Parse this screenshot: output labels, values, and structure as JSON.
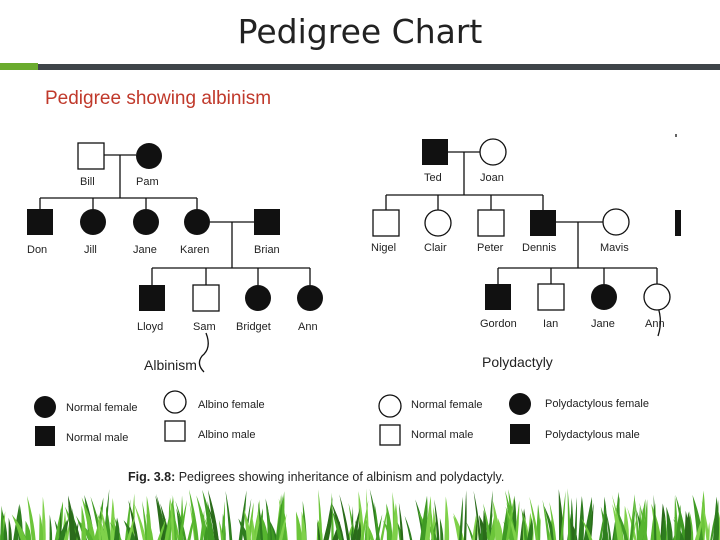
{
  "slide_title": "Pedigree Chart",
  "subtitle": "Pedigree showing albinism",
  "albinism": {
    "caption": "Albinism",
    "names": {
      "bill": "Bill",
      "pam": "Pam",
      "don": "Don",
      "jill": "Jill",
      "jane": "Jane",
      "karen": "Karen",
      "brian": "Brian",
      "lloyd": "Lloyd",
      "sam": "Sam",
      "bridget": "Bridget",
      "ann": "Ann"
    },
    "legend": {
      "normal_female": "Normal female",
      "albino_female": "Albino female",
      "normal_male": "Normal male",
      "albino_male": "Albino male"
    }
  },
  "polydactyly": {
    "caption": "Polydactyly",
    "names": {
      "ted": "Ted",
      "joan": "Joan",
      "nigel": "Nigel",
      "clair": "Clair",
      "peter": "Peter",
      "dennis": "Dennis",
      "mavis": "Mavis",
      "gordon": "Gordon",
      "ian": "Ian",
      "jane": "Jane",
      "ann": "Ann"
    },
    "legend": {
      "normal_female": "Normal female",
      "polydactylous_female": "Polydactylous female",
      "normal_male": "Normal male",
      "polydactylous_male": "Polydactylous male"
    }
  },
  "figure_caption": {
    "label": "Fig. 3.8:",
    "text": " Pedigrees showing inheritance of albinism and polydactyly."
  },
  "colors": {
    "accent_green": "#6aab2e",
    "dark_bar": "#3e4449",
    "subtitle_red": "#c0392b",
    "symbol_fill": "#111111"
  }
}
